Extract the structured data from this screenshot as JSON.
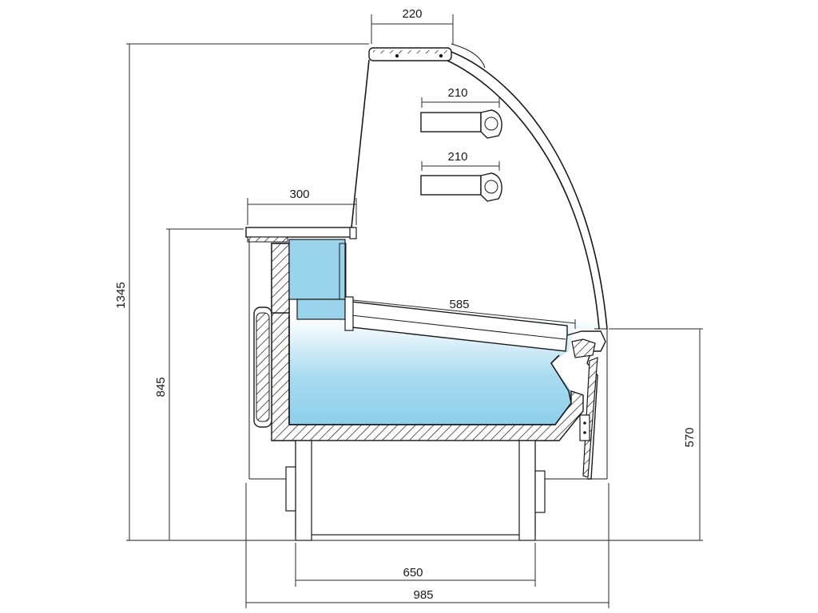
{
  "dimensions": {
    "top_canopy_depth": "220",
    "upper_shelf_depth": "210",
    "lower_shelf_depth": "210",
    "work_top_depth": "300",
    "display_deck_depth": "585",
    "total_height": "1345",
    "counter_height": "845",
    "front_height": "570",
    "base_width": "650",
    "total_depth": "985"
  },
  "colors": {
    "cold_zone_top": "#ffffff",
    "cold_zone_bottom": "#8ecfea",
    "insulation_hatch": "#1a1a1a",
    "line": "#1a1a1a"
  }
}
